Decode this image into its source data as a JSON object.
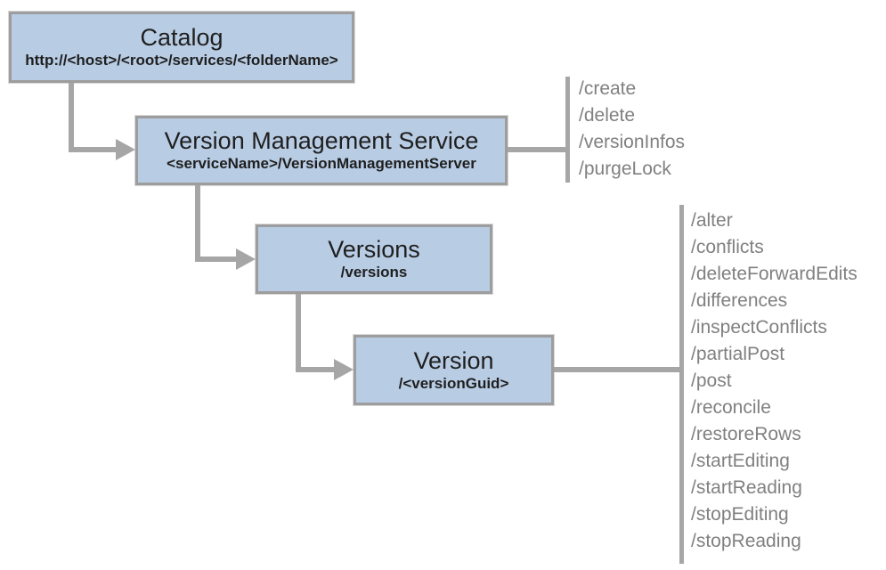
{
  "diagram": {
    "nodes": {
      "catalog": {
        "title": "Catalog",
        "subtitle": "http://<host>/<root>/services/<folderName>"
      },
      "vms": {
        "title": "Version Management Service",
        "subtitle": "<serviceName>/VersionManagementServer"
      },
      "versions": {
        "title": "Versions",
        "subtitle": "/versions"
      },
      "version": {
        "title": "Version",
        "subtitle": "/<versionGuid>"
      }
    },
    "vms_endpoints": [
      "/create",
      "/delete",
      "/versionInfos",
      "/purgeLock"
    ],
    "version_endpoints": [
      "/alter",
      "/conflicts",
      "/deleteForwardEdits",
      "/differences",
      "/inspectConflicts",
      "/partialPost",
      "/post",
      "/reconcile",
      "/restoreRows",
      "/startEditing",
      "/startReading",
      "/stopEditing",
      "/stopReading"
    ],
    "colors": {
      "box_fill": "#b8cce4",
      "box_border": "#9d9d9d",
      "connector": "#a6a6a6",
      "endpoint_text": "#808080",
      "title_text": "#1f1f1f",
      "background": "#ffffff"
    }
  }
}
